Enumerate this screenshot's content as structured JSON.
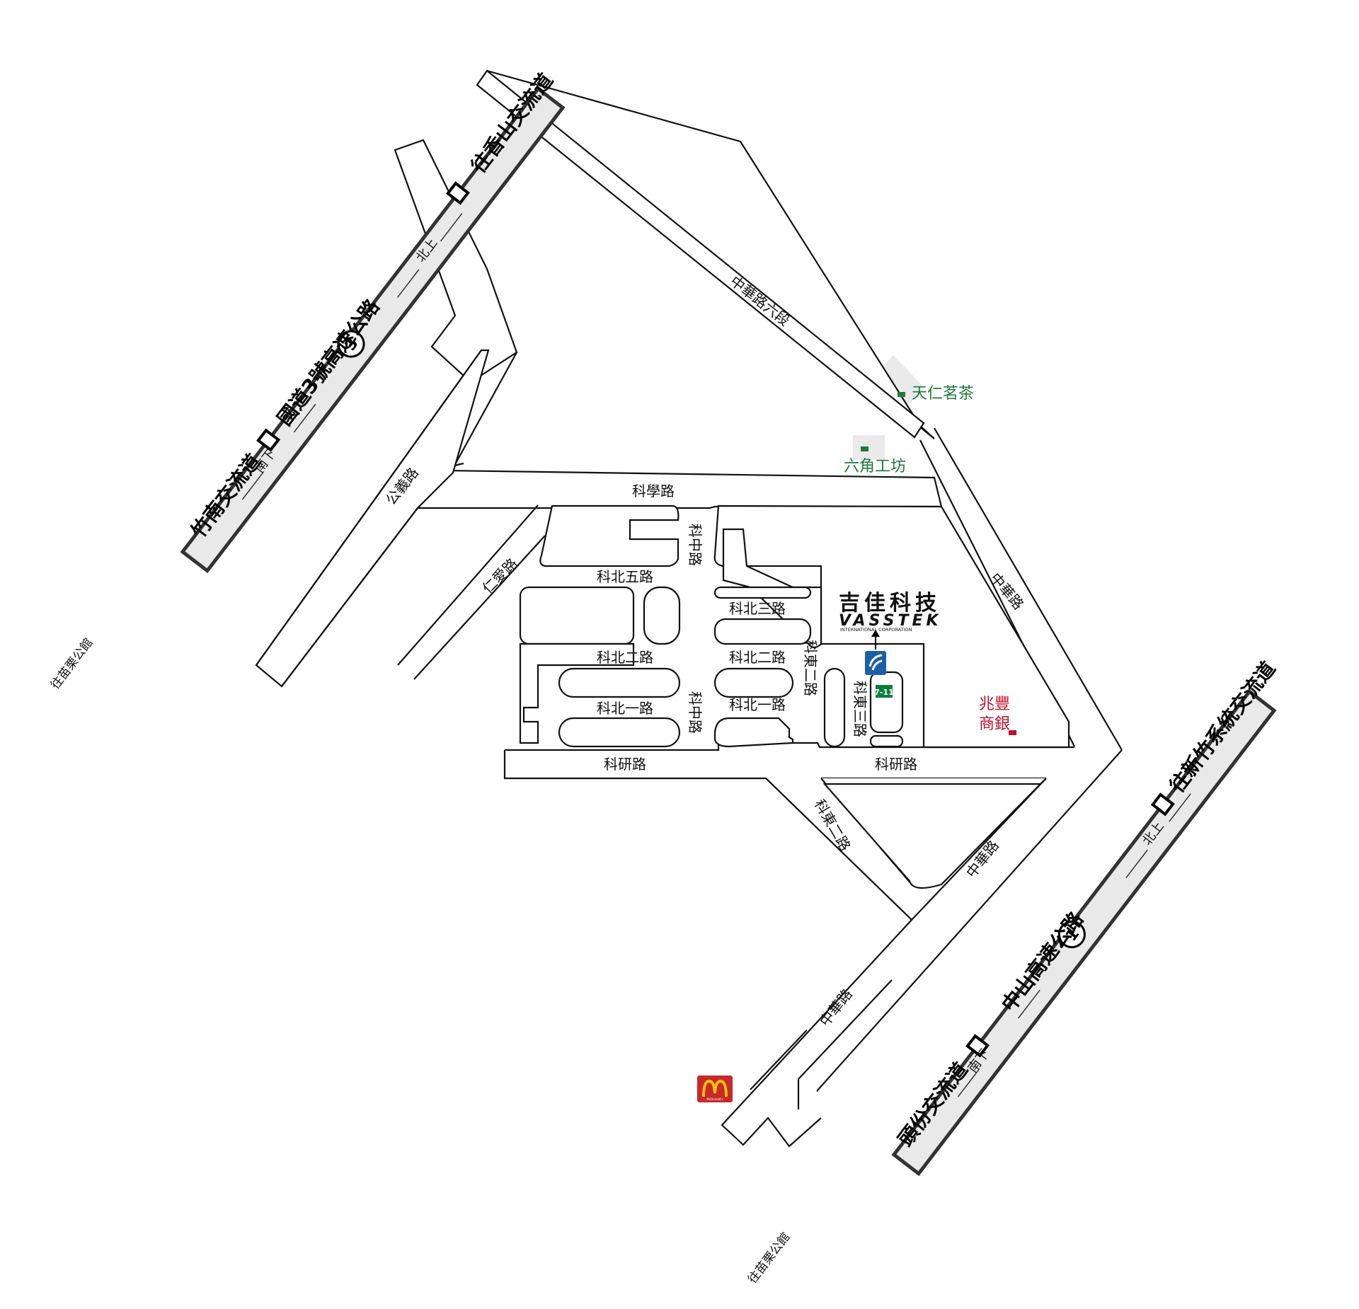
{
  "highway3": {
    "north_interchange": "往香山交流道",
    "south_interchange": "竹南交流道",
    "route_number": "3",
    "name": "國道3號高速公路",
    "north_dir": "北上",
    "south_dir": "南下",
    "towards_south": "往苗栗公館"
  },
  "highway1": {
    "north_interchange": "往新竹系統交流道",
    "south_interchange": "頭份交流道",
    "route_number": "1",
    "name": "中山高速公路",
    "north_dir": "北上",
    "south_dir": "南下",
    "towards_south": "往苗栗公館"
  },
  "roads": {
    "zhonghua_6": "中華路六段",
    "zhonghua": "中華路",
    "kexue": "科學路",
    "keyan": "科研路",
    "kezhong": "科中路",
    "kebei5": "科北五路",
    "kebei3": "科北三路",
    "kebei2": "科北二路",
    "kebei1": "科北一路",
    "kedong2": "科東二路",
    "kedong3": "科東三路",
    "renai": "仁愛路",
    "gongyi": "公義路"
  },
  "company": {
    "name_zh": "吉佳科技",
    "name_en": "VASSTEK",
    "subtitle": "INTERNATIONAL CORPORATION"
  },
  "landmarks": {
    "tianren": "天仁茗茶",
    "liujiao": "六角工坊",
    "zhaofeng_1": "兆豐",
    "zhaofeng_2": "商銀",
    "seven_eleven": "7-11",
    "mcdonalds": "McDonald's"
  },
  "colors": {
    "landmark_green": "#1d7a3c",
    "bank_red": "#c0122a",
    "mcd_red": "#c8282c",
    "mcd_yellow": "#ffc300",
    "seven_green": "#0c7f3c",
    "gas_blue": "#1b5fa8"
  }
}
